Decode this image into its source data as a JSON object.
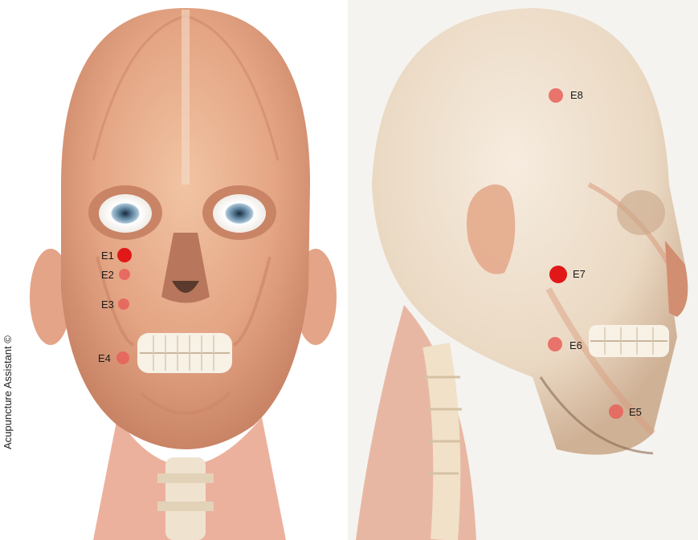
{
  "watermark": "Acupuncture Assistant ©",
  "points": {
    "front": [
      {
        "label": "E1",
        "highlight": true
      },
      {
        "label": "E2",
        "highlight": false
      },
      {
        "label": "E3",
        "highlight": false
      },
      {
        "label": "E4",
        "highlight": false
      }
    ],
    "side": [
      {
        "label": "E8",
        "highlight": false
      },
      {
        "label": "E7",
        "highlight": true
      },
      {
        "label": "E6",
        "highlight": false
      },
      {
        "label": "E5",
        "highlight": false
      }
    ]
  },
  "colors": {
    "point_strong": "#e01818",
    "point_faint": "#e8605a",
    "skin": "#e8b08e",
    "muscle": "#d9896a",
    "bone": "#efe6d6"
  }
}
